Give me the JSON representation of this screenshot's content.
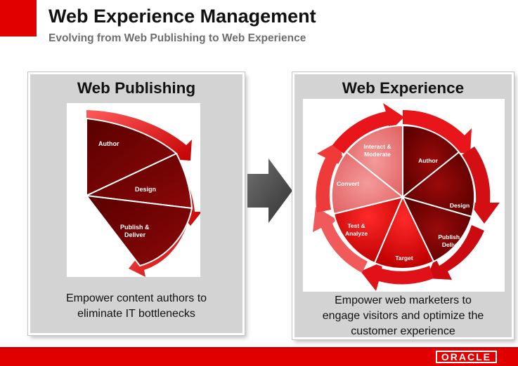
{
  "header": {
    "title": "Web Experience Management",
    "subtitle": "Evolving from Web Publishing to Web Experience"
  },
  "left_panel": {
    "title": "Web Publishing",
    "segments": [
      "Author",
      "Design",
      "Publish &",
      "Deliver"
    ],
    "caption_line1": "Empower content authors to",
    "caption_line2": "eliminate IT bottlenecks"
  },
  "right_panel": {
    "title": "Web Experience",
    "segments": {
      "author": "Author",
      "design": "Design",
      "publish_line1": "Publish &",
      "publish_line2": "Deliver",
      "target": "Target",
      "test_line1": "Test &",
      "test_line2": "Analyze",
      "convert": "Convert",
      "interact_line1": "Interact &",
      "interact_line2": "Moderate"
    },
    "caption_line1": "Empower web marketers to",
    "caption_line2": "engage visitors and optimize the",
    "caption_line3": "customer experience"
  },
  "footer": {
    "logo": "ORACLE"
  },
  "colors": {
    "brand_red": "#e00000",
    "dark_red": "#7a0000",
    "bright_red": "#e8151b",
    "pink": "#f08080"
  }
}
